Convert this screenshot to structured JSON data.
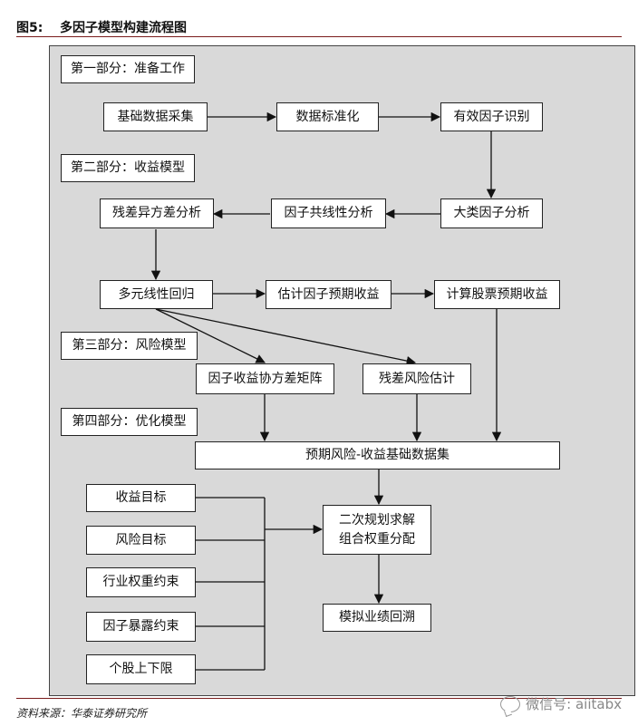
{
  "header": {
    "figure_label": "图5:",
    "title": "多因子模型构建流程图"
  },
  "sections": {
    "part1": "第一部分：准备工作",
    "part2": "第二部分：收益模型",
    "part3": "第三部分：风险模型",
    "part4": "第四部分：优化模型"
  },
  "nodes": {
    "data_collection": "基础数据采集",
    "standardization": "数据标准化",
    "factor_identification": "有效因子识别",
    "major_factor_analysis": "大类因子分析",
    "collinearity_analysis": "因子共线性分析",
    "heteroskedasticity_analysis": "残差异方差分析",
    "regression": "多元线性回归",
    "factor_return_forecast": "估计因子预期收益",
    "stock_return_forecast": "计算股票预期收益",
    "covariance_matrix": "因子收益协方差矩阵",
    "residual_risk": "残差风险估计",
    "risk_return_dataset": "预期风险-收益基础数据集",
    "objective_return": "收益目标",
    "objective_risk": "风险目标",
    "industry_constraint": "行业权重约束",
    "exposure_constraint": "因子暴露约束",
    "stock_limits": "个股上下限",
    "quadratic_programming": "二次规划求解\n组合权重分配",
    "backtest": "模拟业绩回溯"
  },
  "footer": {
    "source": "资料来源：华泰证券研究所",
    "watermark": "微信号: aiitabx"
  }
}
